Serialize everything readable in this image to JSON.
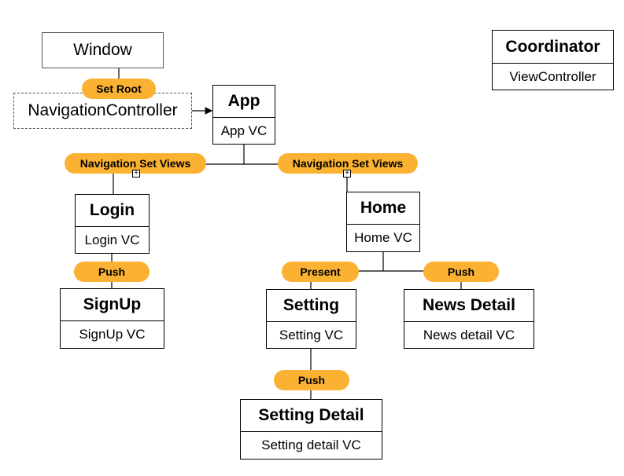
{
  "window_label": "Window",
  "nav_controller_label": "NavigationController",
  "legend": {
    "title": "Coordinator",
    "subtitle": "ViewController"
  },
  "nodes": {
    "app": {
      "title": "App",
      "subtitle": "App VC"
    },
    "login": {
      "title": "Login",
      "subtitle": "Login VC"
    },
    "home": {
      "title": "Home",
      "subtitle": "Home VC"
    },
    "signup": {
      "title": "SignUp",
      "subtitle": "SignUp VC"
    },
    "setting": {
      "title": "Setting",
      "subtitle": "Setting VC"
    },
    "news_detail": {
      "title": "News Detail",
      "subtitle": "News detail VC"
    },
    "setting_detail": {
      "title": "Setting Detail",
      "subtitle": "Setting detail VC"
    }
  },
  "edges": {
    "set_root": "Set Root",
    "nav_set_views_left": "Navigation Set Views",
    "nav_set_views_right": "Navigation Set Views",
    "push_login_signup": "Push",
    "present_home_setting": "Present",
    "push_home_news": "Push",
    "push_setting_detail": "Push"
  },
  "colors": {
    "pill": "#fbb232",
    "line": "#000000",
    "box_border": "#000000"
  }
}
